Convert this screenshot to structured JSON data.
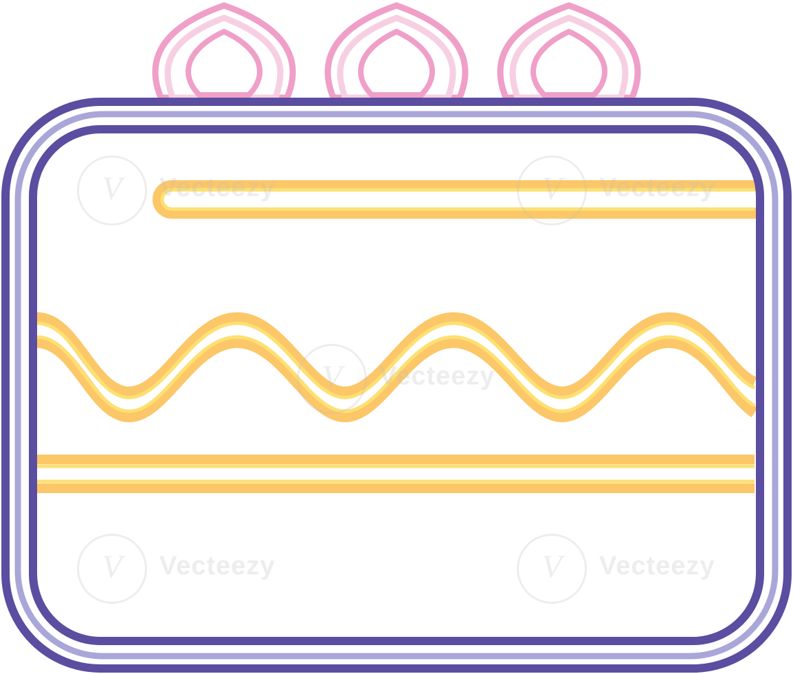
{
  "illustration": {
    "subject": "cake-icon",
    "colors": {
      "frame_outer": "#5b4da0",
      "frame_inner": "#a9a6d8",
      "frosting_outer": "#fcc768",
      "frosting_inner": "#fde072",
      "flame_outer": "#ef9fc8",
      "flame_inner": "#f6d0e2",
      "background": "#ffffff"
    },
    "candle_flames": [
      {
        "id": "left"
      },
      {
        "id": "middle"
      },
      {
        "id": "right"
      }
    ]
  },
  "watermark": {
    "brand": "Vecteezy",
    "logo_glyph": "V"
  }
}
